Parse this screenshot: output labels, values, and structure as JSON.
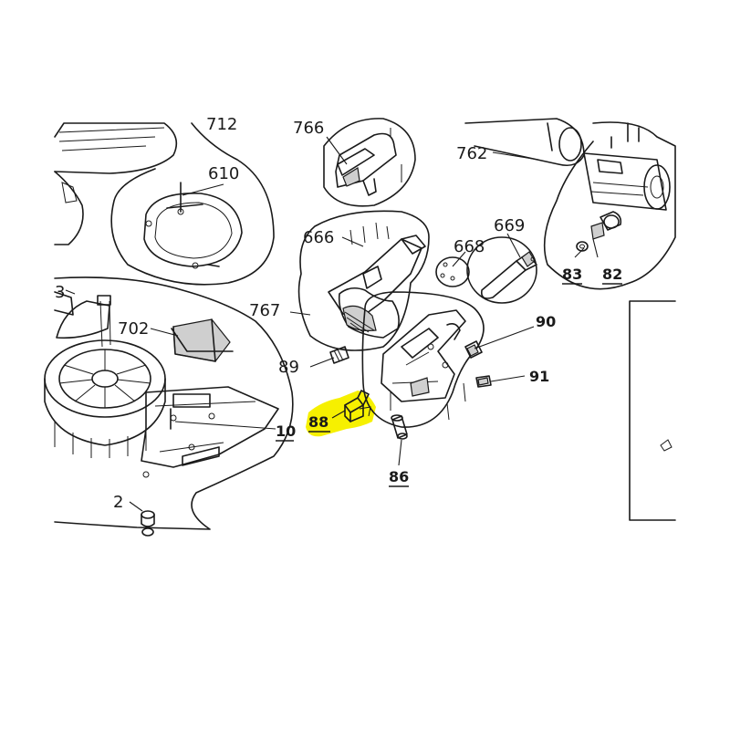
{
  "labels": {
    "p712": "712",
    "p766": "766",
    "p762": "762",
    "p610": "610",
    "p666": "666",
    "p669": "669",
    "p668": "668",
    "p3": "3",
    "p767": "767",
    "p702": "702",
    "p90": "90",
    "p83": "83",
    "p82": "82",
    "p89": "89",
    "p91": "91",
    "p88": "88",
    "p10": "10",
    "p86": "86",
    "p2": "2"
  },
  "colors": {
    "highlight": "#f6f000",
    "line": "#1a1a1a",
    "background": "#ffffff"
  }
}
